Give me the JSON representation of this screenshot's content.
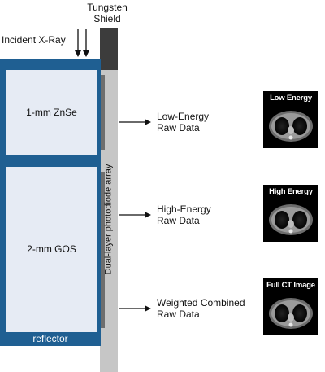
{
  "labels": {
    "tungsten_shield": [
      "Tungsten",
      "Shield"
    ],
    "incident_xray": "Incident X-Ray",
    "znse_layer": "1-mm ZnSe",
    "gos_layer": "2-mm GOS",
    "reflector": "reflector",
    "photodiode_array": "Dual-layer photodiode array"
  },
  "outputs": [
    {
      "line1": "Low-Energy",
      "line2": "Raw Data",
      "image_title": "Low Energy"
    },
    {
      "line1": "High-Energy",
      "line2": "Raw Data",
      "image_title": "High Energy"
    },
    {
      "line1": "Weighted Combined",
      "line2": "Raw Data",
      "image_title": "Full CT Image"
    }
  ],
  "colors": {
    "detector_frame": "#1f5f92",
    "scintillator_fill": "#e6ebf4",
    "shield": "#3c3c3c",
    "photodiode_column": "#c6c6c6",
    "photodiode_element": "#6e6e6e"
  },
  "icons": [
    "arrow-down-icon",
    "arrow-right-icon",
    "ct-slice-image"
  ]
}
